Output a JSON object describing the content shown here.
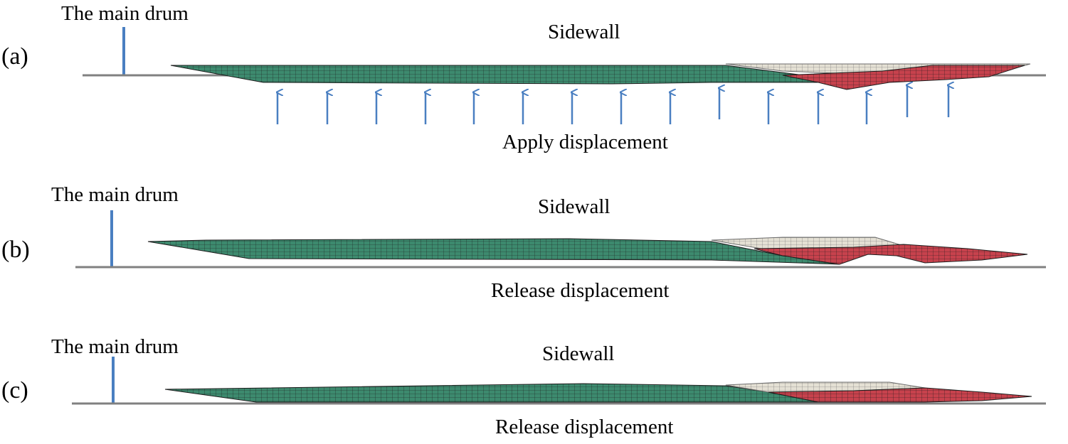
{
  "panels": [
    {
      "id": "a",
      "label": "(a)",
      "drum_label": "The main drum",
      "part_label": "Sidewall",
      "caption": "Apply displacement",
      "arrows": true
    },
    {
      "id": "b",
      "label": "(b)",
      "drum_label": "The main drum",
      "part_label": "Sidewall",
      "caption": "Release displacement",
      "arrows": false
    },
    {
      "id": "c",
      "label": "(c)",
      "drum_label": "The main drum",
      "part_label": "Sidewall",
      "caption": "Release displacement",
      "arrows": false
    }
  ],
  "colors": {
    "green_mesh": "#3d8a6e",
    "red_mesh": "#c7424d",
    "beige_mesh": "#e4e0d4",
    "mesh_line": "#1c1c1c",
    "drum_line": "#4a7fc1",
    "ground_line": "#808080",
    "arrow": "#4a7fc1"
  }
}
